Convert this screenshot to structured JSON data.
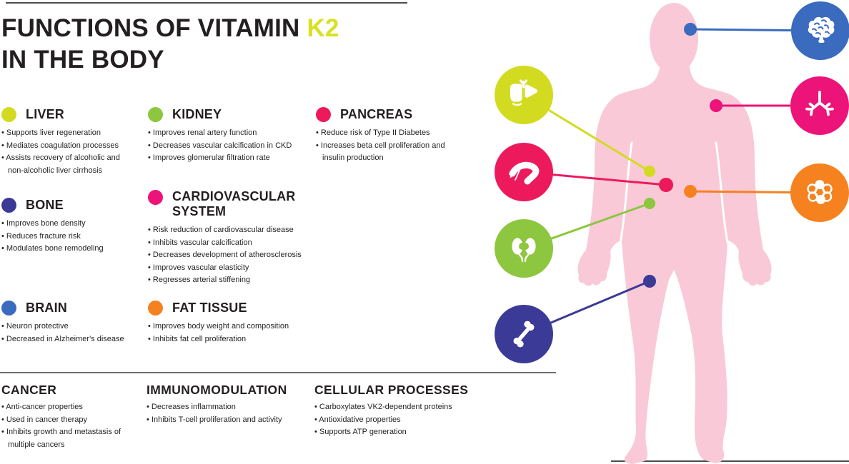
{
  "title": {
    "line1_prefix": "FUNCTIONS OF VITAMIN",
    "highlight": "K2",
    "line2": "IN THE BODY",
    "highlight_color": "#D9E021"
  },
  "text_color": "#231F20",
  "sections": [
    {
      "id": "liver",
      "label": "LIVER",
      "color": "#D2DB20",
      "items": [
        "Supports liver regeneration",
        "Mediates coagulation processes",
        "Assists recovery of alcoholic and non-alcoholic liver cirrhosis"
      ]
    },
    {
      "id": "kidney",
      "label": "KIDNEY",
      "color": "#8DC63F",
      "items": [
        "Improves renal artery function",
        "Decreases vascular calcification in CKD",
        "Improves glomerular filtration rate"
      ]
    },
    {
      "id": "pancreas",
      "label": "PANCREAS",
      "color": "#EC1A5C",
      "items": [
        "Reduce risk of Type II Diabetes",
        "Increases beta cell proliferation and insulin production"
      ]
    },
    {
      "id": "bone",
      "label": "BONE",
      "color": "#3B3A96",
      "items": [
        "Improves bone density",
        "Reduces fracture risk",
        "Modulates bone remodeling"
      ]
    },
    {
      "id": "cardiovascular",
      "label": "CARDIOVASCULAR SYSTEM",
      "color": "#EC1379",
      "items": [
        "Risk reduction of cardiovascular disease",
        "Inhibits vascular calcification",
        "Decreases development of atherosclerosis",
        "Improves vascular elasticity",
        "Regresses arterial stiffening"
      ]
    },
    {
      "id": "brain",
      "label": "BRAIN",
      "color": "#3A6BBF",
      "items": [
        "Neuron protective",
        "Decreased in Alzheimer's disease"
      ]
    },
    {
      "id": "fat-tissue",
      "label": "FAT TISSUE",
      "color": "#F5821F",
      "items": [
        "Improves body weight and composition",
        "Inhibits fat cell proliferation"
      ]
    }
  ],
  "bottom_sections": [
    {
      "id": "cancer",
      "label": "CANCER",
      "items": [
        "Anti-cancer properties",
        "Used in cancer therapy",
        "Inhibits growth and metastasis of multiple cancers"
      ]
    },
    {
      "id": "immunomodulation",
      "label": "IMMUNOMODULATION",
      "items": [
        "Decreases inflammation",
        "Inhibits T-cell proliferation and activity"
      ]
    },
    {
      "id": "cellular-processes",
      "label": "CELLULAR PROCESSES",
      "items": [
        "Carboxylates VK2-dependent proteins",
        "Antioxidative properties",
        "Supports ATP generation"
      ]
    }
  ],
  "figure": {
    "body_color": "#F9C9D8",
    "icons": [
      "brain-icon",
      "lungs-icon",
      "fat-cells-icon",
      "liver-icon",
      "pancreas-icon",
      "kidneys-icon",
      "bone-icon"
    ]
  }
}
